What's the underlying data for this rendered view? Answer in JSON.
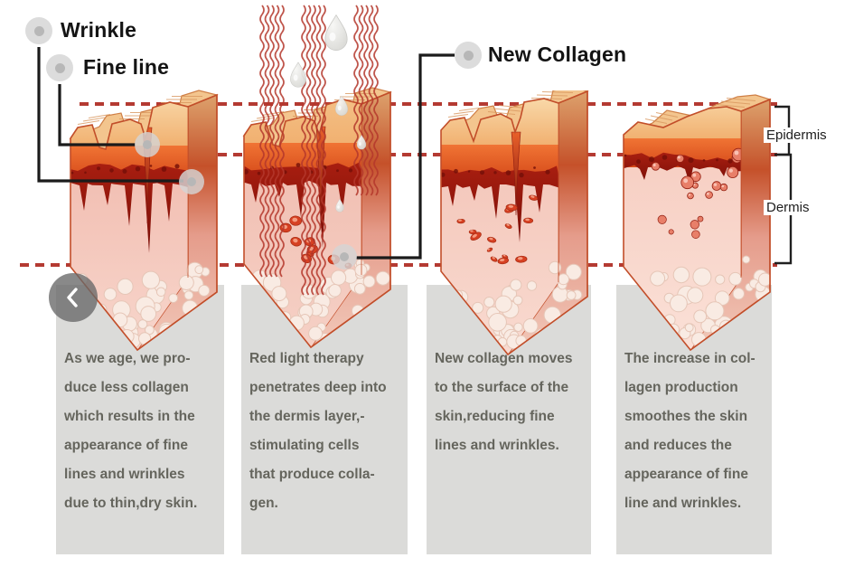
{
  "header_labels": {
    "wrinkle": "Wrinkle",
    "fine_line": "Fine line",
    "new_collagen": "New Collagen"
  },
  "layer_labels": {
    "epidermis": "Epidermis",
    "dermis": "Dermis"
  },
  "icons": {
    "carousel_prev": "chevron-left",
    "callout_marker": "dot-marker"
  },
  "colors": {
    "dashed_line": "#b43a32",
    "connector_line": "#1b1b1b",
    "panel_background": "#dbdbd9",
    "panel_text": "#65655d",
    "ray_red": "#b4372b"
  },
  "panels": [
    {
      "lines": [
        "As we age, we pro-",
        "duce less collagen",
        "which results in the",
        "appearance of fine",
        "lines and wrinkles",
        "due to thin,dry skin."
      ]
    },
    {
      "lines": [
        "Red light therapy",
        "penetrates deep into",
        "the dermis layer,-",
        "stimulating cells",
        "that produce colla-",
        "gen."
      ]
    },
    {
      "lines": [
        "New collagen moves",
        "to the surface of the",
        "skin,reducing fine",
        "lines and wrinkles."
      ]
    },
    {
      "lines": [
        "The increase in col-",
        "lagen production",
        "smoothes the skin",
        "and reduces the",
        "appearance of fine",
        "line and wrinkles."
      ]
    }
  ]
}
